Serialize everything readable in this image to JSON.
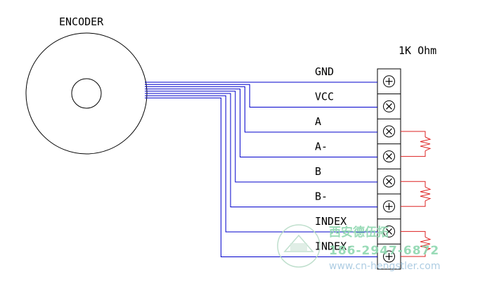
{
  "encoder_label": "ENCODER",
  "resistor_label": "1K Ohm",
  "terminals": [
    {
      "label": "GND",
      "screw": "plus"
    },
    {
      "label": "VCC",
      "screw": "cross"
    },
    {
      "label": "A",
      "screw": "cross"
    },
    {
      "label": "A-",
      "screw": "cross"
    },
    {
      "label": "B",
      "screw": "cross"
    },
    {
      "label": "B-",
      "screw": "plus"
    },
    {
      "label": "INDEX",
      "screw": "cross"
    },
    {
      "label": "INDEX-",
      "screw": "plus"
    }
  ],
  "resistor_pairs": [
    [
      2,
      3
    ],
    [
      4,
      5
    ],
    [
      6,
      7
    ]
  ],
  "colors": {
    "wire": "#0000cc",
    "resistor": "#dd2222",
    "outline": "#000000"
  },
  "watermark": {
    "company": "西安德伍拓",
    "phone": "186-2947-6872",
    "url": "www.cn-hengstler.com"
  }
}
